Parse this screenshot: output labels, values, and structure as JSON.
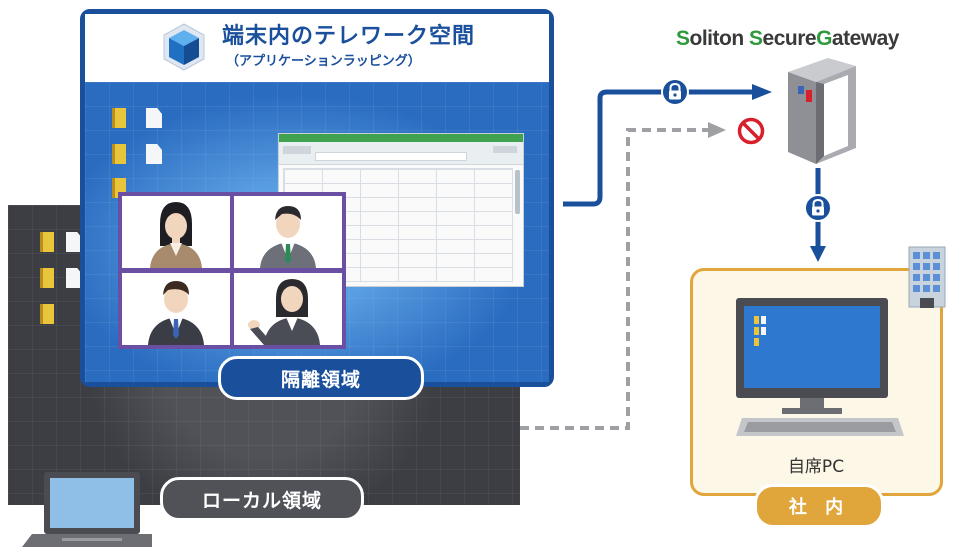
{
  "isolated_space": {
    "title": "端末内のテレワーク空間",
    "subtitle": "（アプリケーションラッピング）",
    "label": "隔離領域"
  },
  "local_area": {
    "label": "ローカル領域"
  },
  "gateway": {
    "name_part1_initial": "S",
    "name_part1_rest": "oliton ",
    "name_part2_initial": "S",
    "name_part2_rest": "ecure",
    "name_part3_initial": "G",
    "name_part3_rest": "ateway"
  },
  "office": {
    "pc_label": "自席PC",
    "label": "社 内"
  },
  "colors": {
    "blue": "#1a4f9c",
    "green": "#2f9a3c",
    "orange": "#e0a53b",
    "dark": "#3c3e44",
    "red": "#d8202c"
  },
  "icons": [
    "cube-icon",
    "lock-icon",
    "prohibited-icon",
    "building-icon",
    "gate-icon",
    "laptop-icon",
    "monitor-icon",
    "folder-icon",
    "document-icon"
  ]
}
